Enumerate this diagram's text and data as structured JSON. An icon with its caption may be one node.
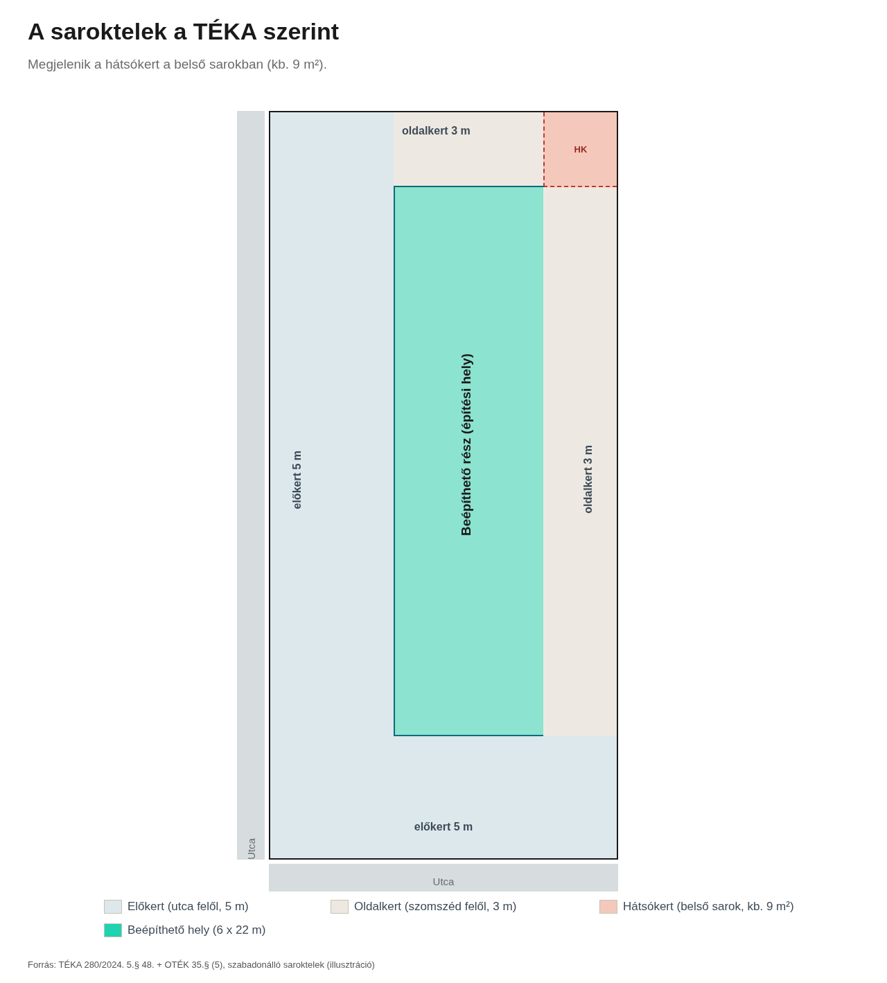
{
  "diagram": {
    "title": "A saroktelek a TÉKA szerint",
    "caption": "Forrás: TÉKA 280/2024. 5.§ 48. + OTÉK 35.§ (5), szabadonálló saroktelek (illusztráció)",
    "labels": [
      "Megjelenik a hátsókert a belső sarokban (kb. 9 m²)."
    ],
    "nodes": [
      {
        "text": [
          "Utca"
        ]
      },
      {
        "text": [
          "előkert 5 m",
          "előkert 5 m"
        ]
      },
      {
        "text": [
          "oldalkert 3 m"
        ],
        "in": 1
      },
      {
        "text": [
          "HK"
        ],
        "in": 1
      },
      {
        "text": [
          "Beépíthető rész (építési hely)"
        ],
        "in": 1
      },
      {
        "text": [
          "oldalkert 3 m"
        ],
        "in": 1
      },
      {
        "text": [
          "Utca"
        ]
      }
    ],
    "legend": [
      {
        "text": "Előkert (utca felől, 5 m)",
        "color": "#dce8ec"
      },
      {
        "text": "Oldalkert (szomszéd felől, 3 m)",
        "color": "#ede9e2"
      },
      {
        "text": "Hátsókert (belső sarok, kb. 9 m²)",
        "color": "#f4c9bb"
      },
      {
        "text": "Beépíthető hely (6 x 22 m)",
        "color": "#1dd3b0"
      }
    ]
  }
}
